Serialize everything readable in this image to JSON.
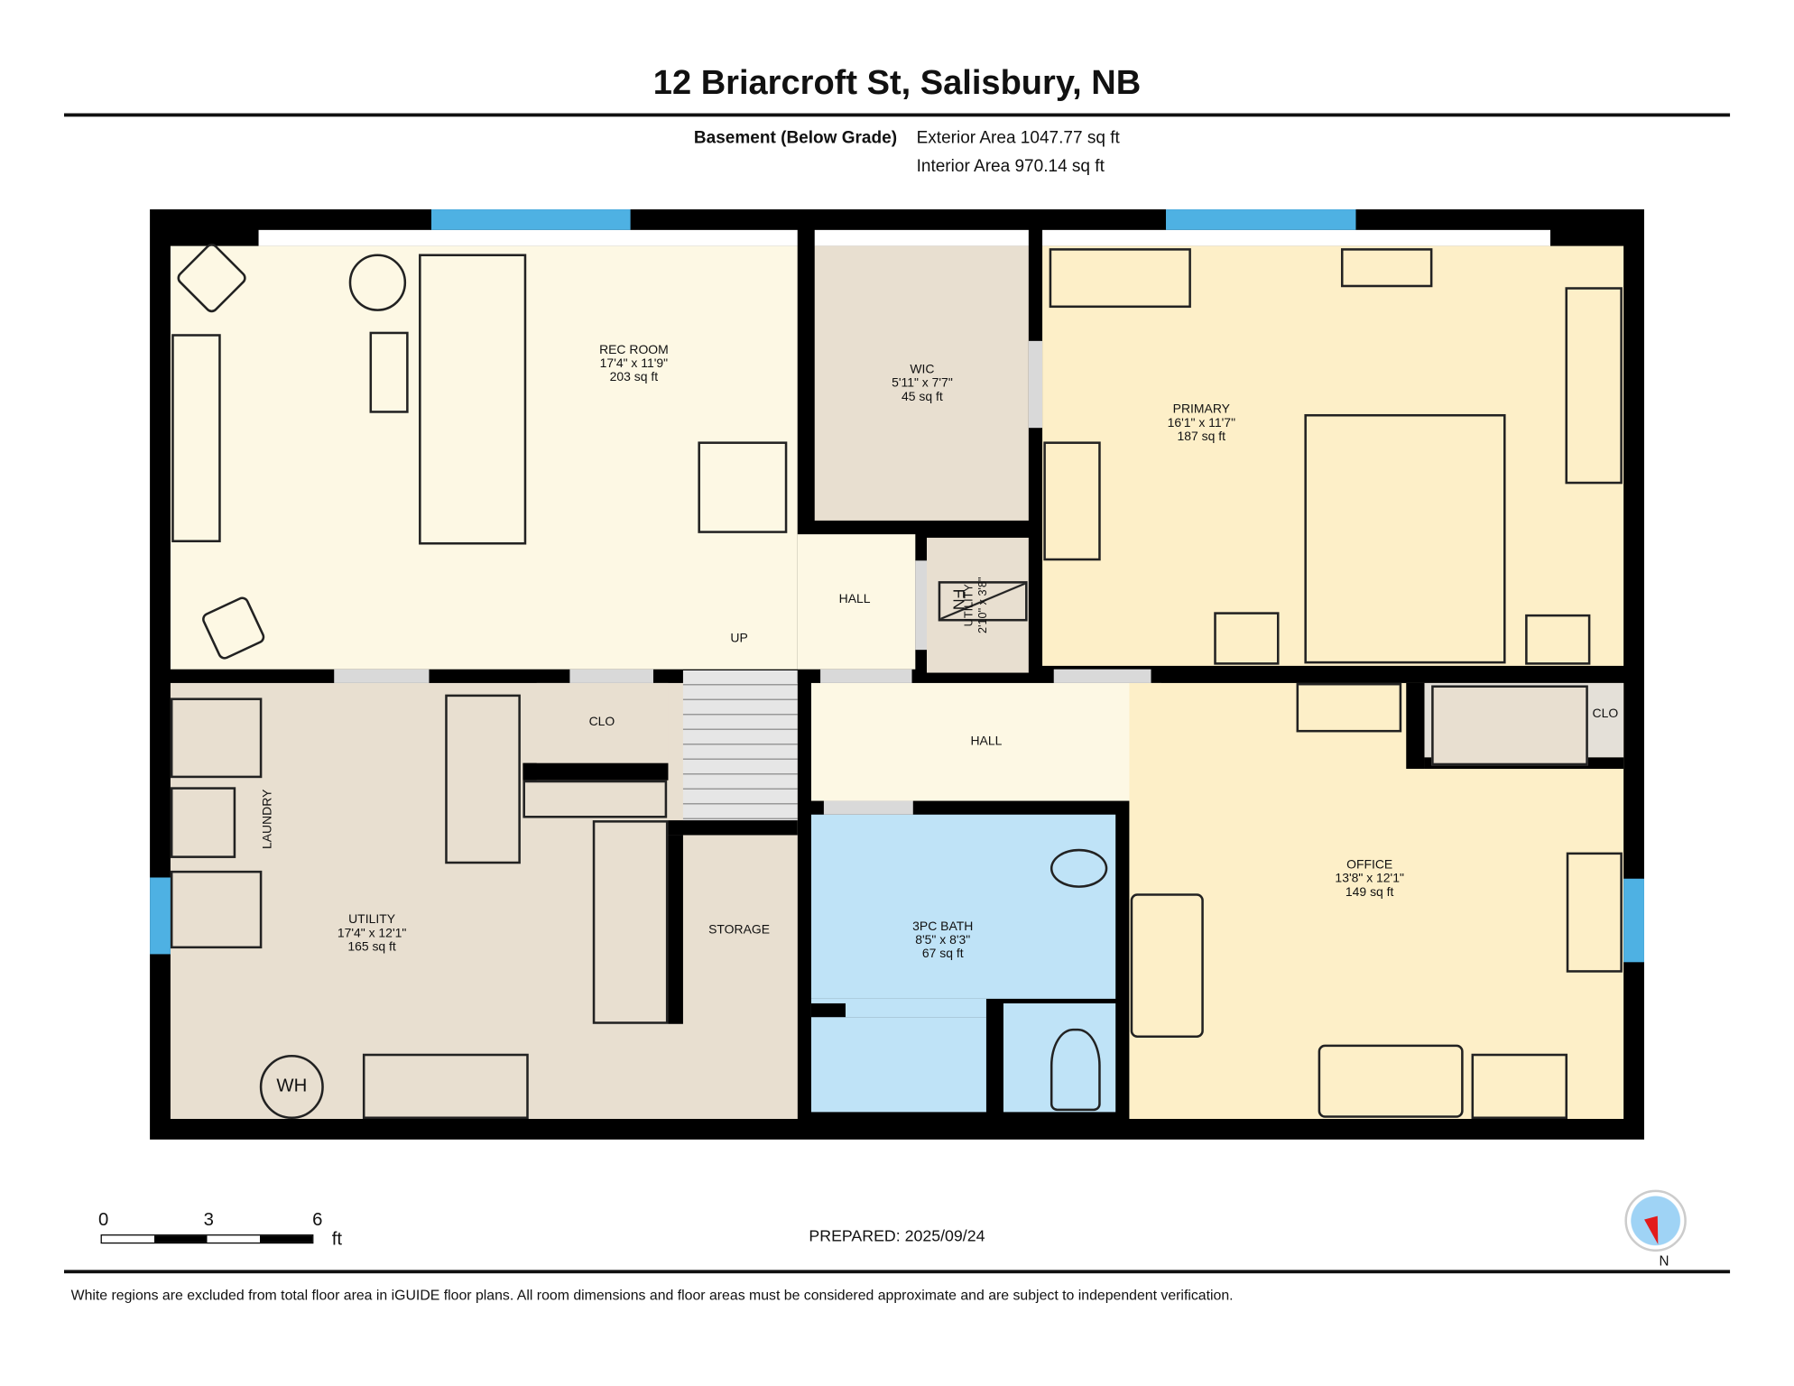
{
  "header": {
    "title": "12 Briarcroft St, Salisbury, NB",
    "level": "Basement (Below Grade)",
    "exterior_area": "Exterior Area 1047.77 sq ft",
    "interior_area": "Interior Area 970.14 sq ft"
  },
  "colors": {
    "wall": "#000000",
    "window": "#4eb1e3",
    "living": "#fdf8e4",
    "bedroom": "#fdefc8",
    "utility": "#e8dfd0",
    "bath": "#bfe3f7"
  },
  "rooms": {
    "rec": {
      "name": "REC ROOM",
      "dims": "17'4\" x 11'9\"",
      "area": "203 sq ft"
    },
    "wic": {
      "name": "WIC",
      "dims": "5'11\" x 7'7\"",
      "area": "45 sq ft"
    },
    "primary": {
      "name": "PRIMARY",
      "dims": "16'1\" x 11'7\"",
      "area": "187 sq ft"
    },
    "utility_small": {
      "name": "UTILITY",
      "dims": "2'10\" x 3'8\"",
      "fn": "FN"
    },
    "hall_upper": {
      "name": "HALL"
    },
    "up": {
      "name": "UP"
    },
    "clo_left": {
      "name": "CLO"
    },
    "hall_lower": {
      "name": "HALL"
    },
    "clo_right": {
      "name": "CLO"
    },
    "laundry": {
      "name": "LAUNDRY"
    },
    "utility": {
      "name": "UTILITY",
      "dims": "17'4\" x 12'1\"",
      "area": "165 sq ft",
      "wh": "WH"
    },
    "storage": {
      "name": "STORAGE"
    },
    "bath": {
      "name": "3PC BATH",
      "dims": "8'5\" x 8'3\"",
      "area": "67 sq ft"
    },
    "office": {
      "name": "OFFICE",
      "dims": "13'8\" x 12'1\"",
      "area": "149 sq ft"
    }
  },
  "scale_bar": {
    "ticks": [
      "0",
      "3",
      "6"
    ],
    "unit": "ft"
  },
  "prepared": "PREPARED: 2025/09/24",
  "compass": {
    "label": "N"
  },
  "footer": {
    "disclaimer": "White regions are excluded from total floor area in iGUIDE floor plans. All room dimensions and floor areas must be considered approximate and are subject to independent verification."
  }
}
